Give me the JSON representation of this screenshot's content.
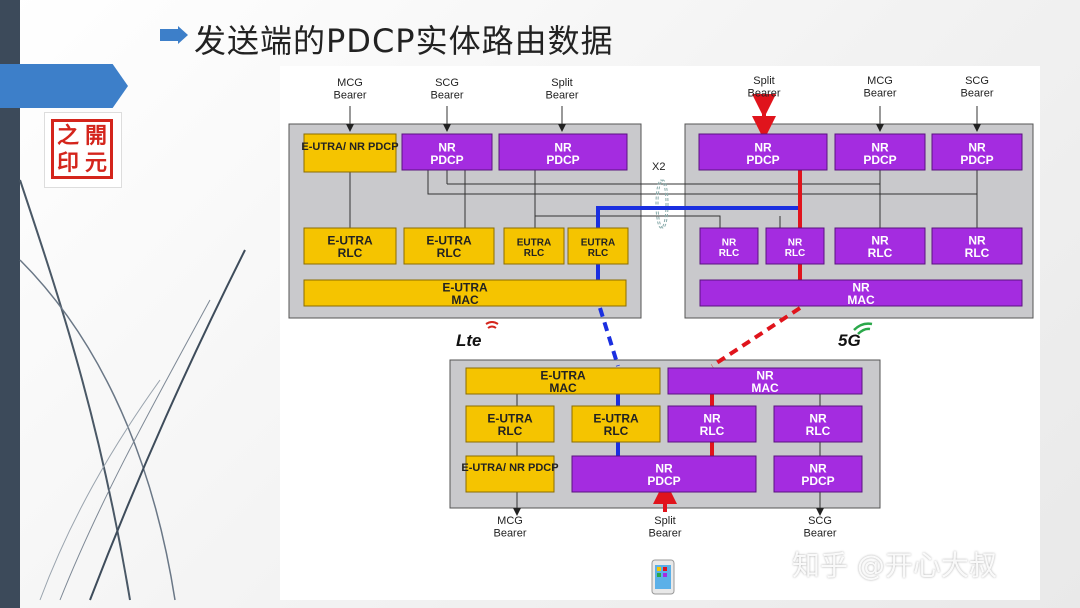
{
  "slide": {
    "title": "发送端的PDCP实体路由数据",
    "logo_text": [
      "之",
      "開",
      "印",
      "元"
    ]
  },
  "watermark": "知乎 @开心大叔",
  "colors": {
    "yellow": "#f5c400",
    "purple": "#a42ce0",
    "blue": "#1a2fe0",
    "red": "#e0141c",
    "accent": "#3d7fc9"
  },
  "diagram": {
    "bearers": {
      "lte_mcg": "MCG Bearer",
      "lte_scg": "SCG Bearer",
      "lte_split": "Split Bearer",
      "nr_split": "Split Bearer",
      "nr_mcg": "MCG Bearer",
      "nr_scg": "SCG Bearer",
      "ue_mcg": "MCG Bearer",
      "ue_split": "Split Bearer",
      "ue_scg": "SCG Bearer"
    },
    "lte_node": {
      "eutra_nr_pdcp": "E-UTRA/ NR PDCP",
      "nr_pdcp_1": "NR PDCP",
      "nr_pdcp_2": "NR PDCP",
      "eutra_rlc_1": "E-UTRA RLC",
      "eutra_rlc_2": "E-UTRA RLC",
      "eutra_rlc_3": "EUTRA RLC",
      "eutra_rlc_4": "EUTRA RLC",
      "mac": "E-UTRA MAC",
      "logo": "Lte"
    },
    "nr_node": {
      "nr_pdcp_1": "NR PDCP",
      "nr_pdcp_2": "NR PDCP",
      "nr_pdcp_3": "NR PDCP",
      "nr_rlc_1": "NR RLC",
      "nr_rlc_2": "NR RLC",
      "nr_rlc_3": "NR RLC",
      "nr_rlc_4": "NR RLC",
      "mac": "NR MAC",
      "logo": "5G"
    },
    "x2": "X2",
    "ue": {
      "eutra_mac": "E-UTRA MAC",
      "nr_mac": "NR MAC",
      "eutra_rlc_1": "E-UTRA RLC",
      "eutra_rlc_2": "E-UTRA RLC",
      "nr_rlc_1": "NR RLC",
      "nr_rlc_2": "NR RLC",
      "eutra_nr_pdcp": "E-UTRA/ NR PDCP",
      "nr_pdcp_split": "NR PDCP",
      "nr_pdcp_scg": "NR PDCP"
    }
  }
}
